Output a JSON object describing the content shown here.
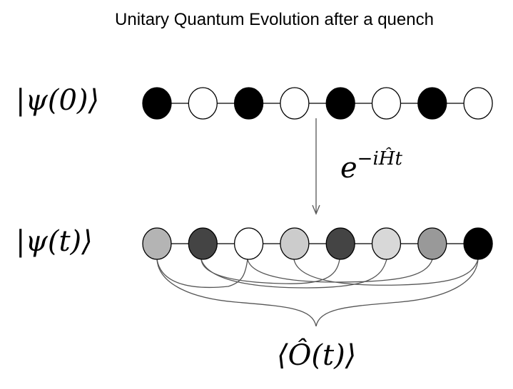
{
  "title": "Unitary Quantum Evolution after a quench",
  "initial_state_label": "|ψ(0)⟩",
  "evolved_state_label": "|ψ(t)⟩",
  "evolution_operator": {
    "base": "e",
    "exponent": "−iĤt"
  },
  "observable_label": "⟨Ô(t)⟩",
  "initial_chain": {
    "sites": [
      "#000000",
      "#ffffff",
      "#000000",
      "#ffffff",
      "#000000",
      "#ffffff",
      "#000000",
      "#ffffff"
    ]
  },
  "evolved_chain": {
    "sites": [
      "#b4b4b4",
      "#444444",
      "#ffffff",
      "#cccccc",
      "#444444",
      "#d8d8d8",
      "#999999",
      "#000000"
    ]
  }
}
